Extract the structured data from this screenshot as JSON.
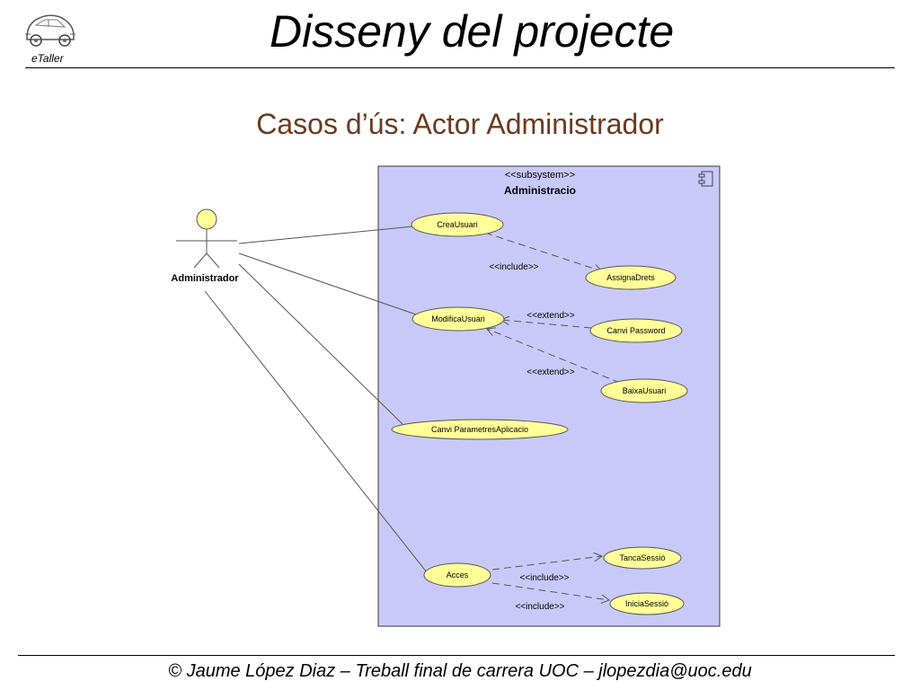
{
  "header": {
    "logo_label": "eTaller",
    "title": "Disseny del projecte"
  },
  "subtitle": "Casos d’ús: Actor Administrador",
  "diagram": {
    "subsystem_stereotype": "<<subsystem>>",
    "subsystem_name": "Administracio",
    "actor": "Administrador",
    "use_cases": {
      "crea_usuari": "CreaUsuari",
      "assigna_drets": "AssignaDrets",
      "modifica_usuari": "ModificaUsuari",
      "canvi_password": "Canvi Password",
      "baixa_usuari": "BaixaUsuari",
      "canvi_parametres": "Canvi ParametresAplicacio",
      "acces": "Acces",
      "tanca_sessio": "TancaSessió",
      "inicia_sessio": "IniciaSessió"
    },
    "relations": {
      "include_1": "<<include>>",
      "extend_1": "<<extend>>",
      "extend_2": "<<extend>>",
      "include_2": "<<include>>",
      "include_3": "<<include>>"
    },
    "colors": {
      "subsystem_fill": "#c9c9f9",
      "use_case_fill": "#ffff99",
      "actor_head": "#ffff99"
    }
  },
  "footer": "© Jaume López Diaz – Treball final de carrera UOC – jlopezdia@uoc.edu"
}
